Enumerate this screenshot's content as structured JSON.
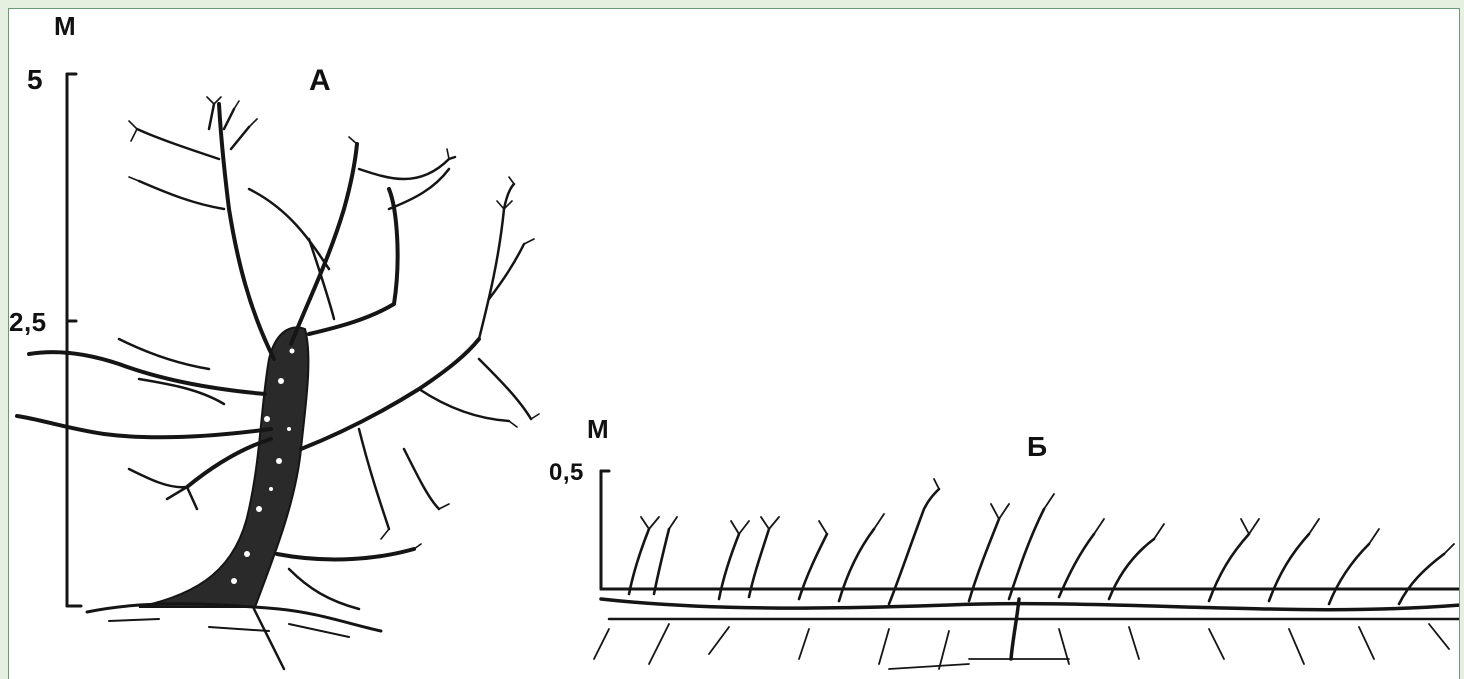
{
  "figure": {
    "frame_color": "#6a9a7a",
    "page_background": "#e6f0e0",
    "ink_color": "#151515",
    "panel_a": {
      "letter": "А",
      "scale_unit": "М",
      "scale_ticks": [
        "5",
        "2,5"
      ]
    },
    "panel_b": {
      "letter": "Б",
      "scale_unit": "М",
      "scale_ticks": [
        "0,5"
      ]
    }
  }
}
